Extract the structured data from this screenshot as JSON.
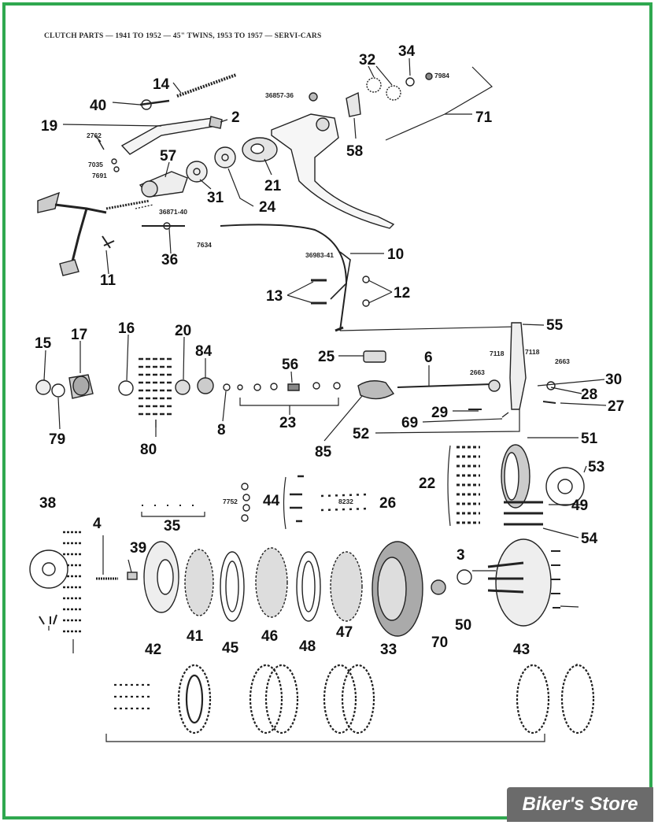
{
  "caption": "CLUTCH PARTS — 1941 TO 1952 — 45\" TWINS, 1953 TO 1957 — SERVI-CARS",
  "watermark": "Biker's Store",
  "colors": {
    "border": "#2fa84f",
    "ink": "#222222",
    "watermark_bg": "#6b6b6b"
  },
  "callouts": [
    "14",
    "40",
    "19",
    "2",
    "57",
    "31",
    "24",
    "21",
    "36",
    "11",
    "10",
    "13",
    "12",
    "32",
    "34",
    "71",
    "58",
    "15",
    "79",
    "17",
    "16",
    "80",
    "20",
    "84",
    "8",
    "56",
    "23",
    "25",
    "85",
    "6",
    "55",
    "30",
    "28",
    "27",
    "29",
    "69",
    "52",
    "51",
    "53",
    "22",
    "49",
    "54",
    "44",
    "26",
    "35",
    "38",
    "4",
    "39",
    "42",
    "41",
    "45",
    "46",
    "48",
    "47",
    "33",
    "70",
    "50",
    "3",
    "43"
  ],
  "part_numbers": [
    "2762",
    "7035",
    "7691",
    "36871-40",
    "7634",
    "36857-36",
    "7984",
    "36983-41",
    "7118",
    "2663",
    "7752",
    "8232"
  ]
}
